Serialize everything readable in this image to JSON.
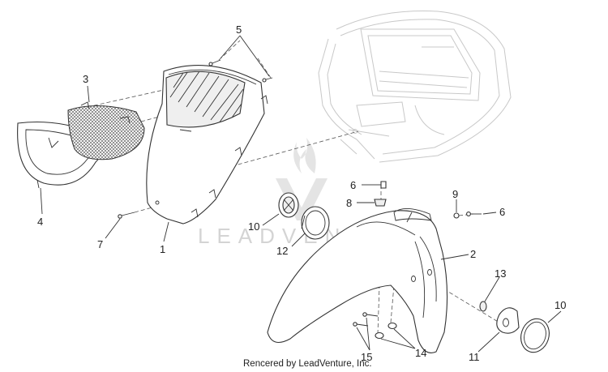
{
  "watermark": {
    "text": "LEADVENTURE",
    "credit": "Rencered by LeadVenture, Inc."
  },
  "callouts": [
    {
      "id": "c5",
      "text": "5"
    },
    {
      "id": "c3",
      "text": "3"
    },
    {
      "id": "c4",
      "text": "4"
    },
    {
      "id": "c7",
      "text": "7"
    },
    {
      "id": "c1",
      "text": "1"
    },
    {
      "id": "c6a",
      "text": "6"
    },
    {
      "id": "c8",
      "text": "8"
    },
    {
      "id": "c9",
      "text": "9"
    },
    {
      "id": "c6b",
      "text": "6"
    },
    {
      "id": "c10a",
      "text": "10"
    },
    {
      "id": "c12",
      "text": "12"
    },
    {
      "id": "c2",
      "text": "2"
    },
    {
      "id": "c13",
      "text": "13"
    },
    {
      "id": "c10b",
      "text": "10"
    },
    {
      "id": "c11",
      "text": "11"
    },
    {
      "id": "c15",
      "text": "15"
    },
    {
      "id": "c14",
      "text": "14"
    }
  ],
  "colors": {
    "line": "#333333",
    "faint": "#c8c8c8",
    "watermark": "#d4d4d4",
    "mesh": "#555555"
  }
}
